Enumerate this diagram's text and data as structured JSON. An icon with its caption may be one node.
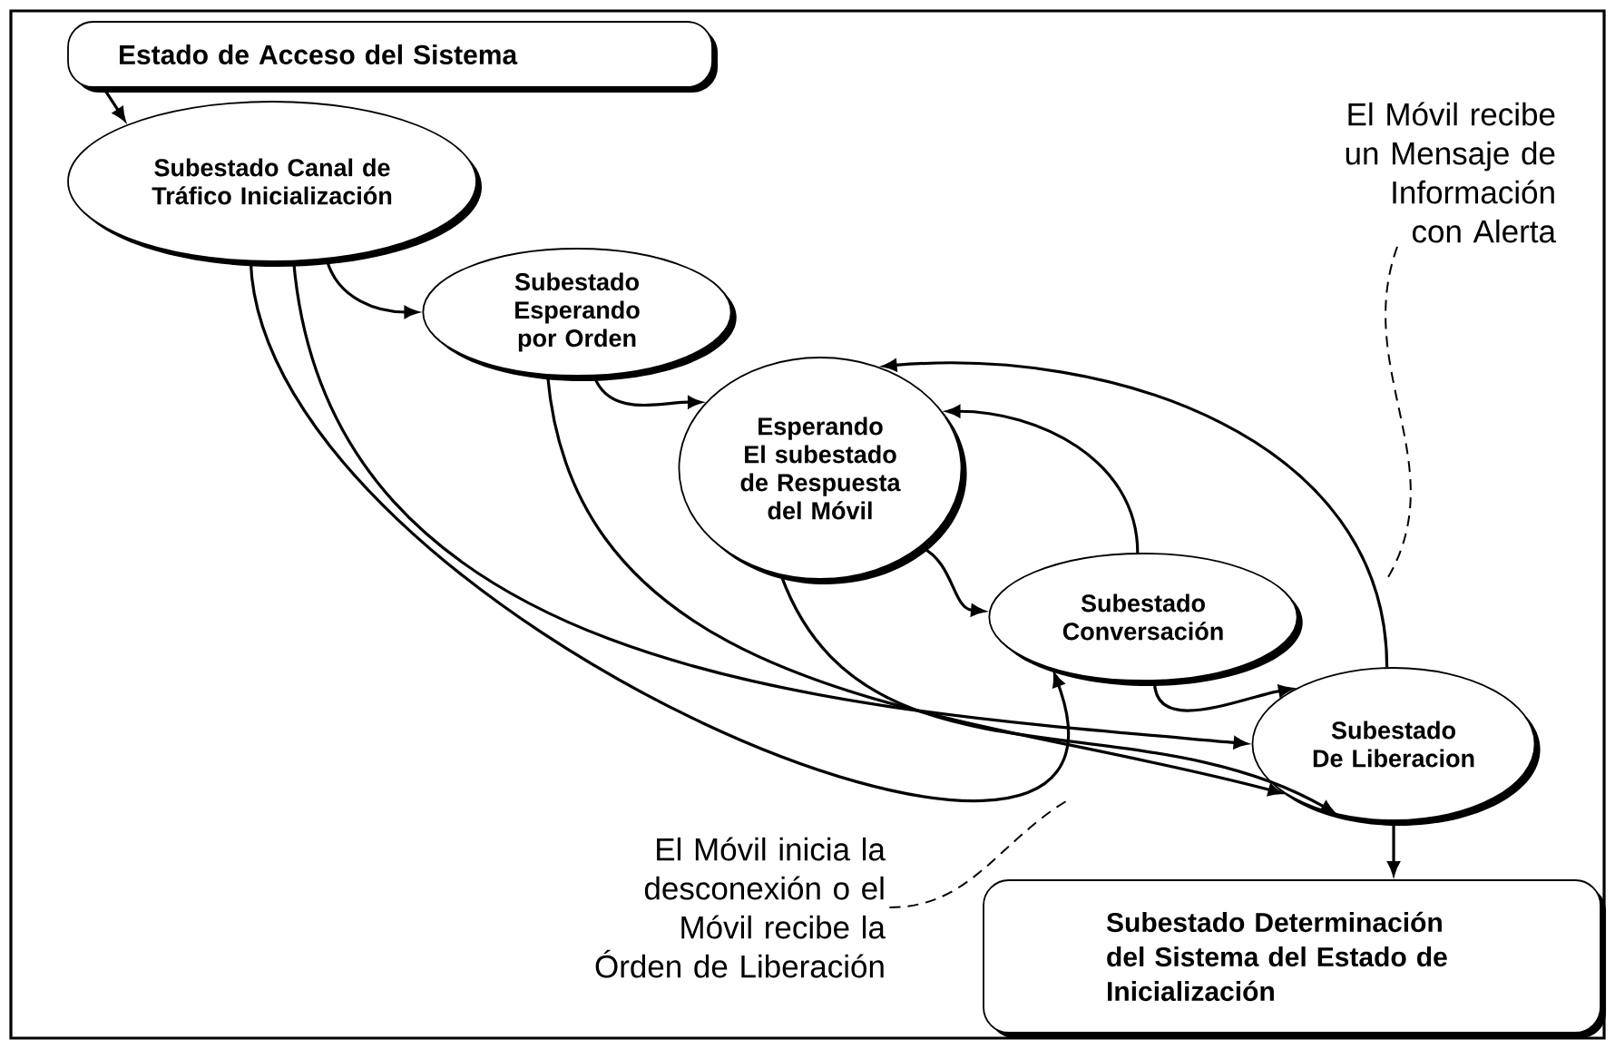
{
  "diagram": {
    "nodes": [
      {
        "text": [
          "Estado de Acceso del Sistema"
        ]
      },
      {
        "text": [
          "Subestado Canal de Tráfico Inicialización"
        ]
      },
      {
        "text": [
          "Subestado Esperando por Orden"
        ]
      },
      {
        "text": [
          "Esperando El subestado de Respuesta del Móvil"
        ]
      },
      {
        "text": [
          "Subestado Conversación"
        ]
      },
      {
        "text": [
          "Subestado De Liberacion"
        ]
      },
      {
        "text": [
          "Subestado Determinación del Sistema del Estado de Inicialización"
        ]
      },
      {
        "text": [
          "El Móvil recibe un Mensaje de Información con Alerta"
        ]
      },
      {
        "text": [
          "El Móvil inicia la desconexión o el Móvil recibe la Órden de Liberación"
        ]
      }
    ],
    "edges": [
      {
        "from": 0,
        "to": 1,
        "arrow": "to"
      },
      {
        "from": 1,
        "to": 2,
        "arrow": "to"
      },
      {
        "from": 2,
        "to": 3,
        "arrow": "to"
      },
      {
        "from": 3,
        "to": 4,
        "arrow": "to"
      },
      {
        "from": 4,
        "to": 3,
        "arrow": "to"
      },
      {
        "from": 5,
        "to": 3,
        "arrow": "to"
      },
      {
        "from": 1,
        "to": 4,
        "arrow": "to"
      },
      {
        "from": 1,
        "to": 5,
        "arrow": "to"
      },
      {
        "from": 2,
        "to": 5,
        "arrow": "to"
      },
      {
        "from": 3,
        "to": 5,
        "arrow": "to"
      },
      {
        "from": 4,
        "to": 5,
        "arrow": "to"
      },
      {
        "from": 5,
        "to": 6,
        "arrow": "to"
      },
      {
        "from": 7,
        "to": null,
        "arrow": "none",
        "style": "dashed"
      },
      {
        "from": 8,
        "to": null,
        "arrow": "none",
        "style": "dashed"
      }
    ]
  }
}
